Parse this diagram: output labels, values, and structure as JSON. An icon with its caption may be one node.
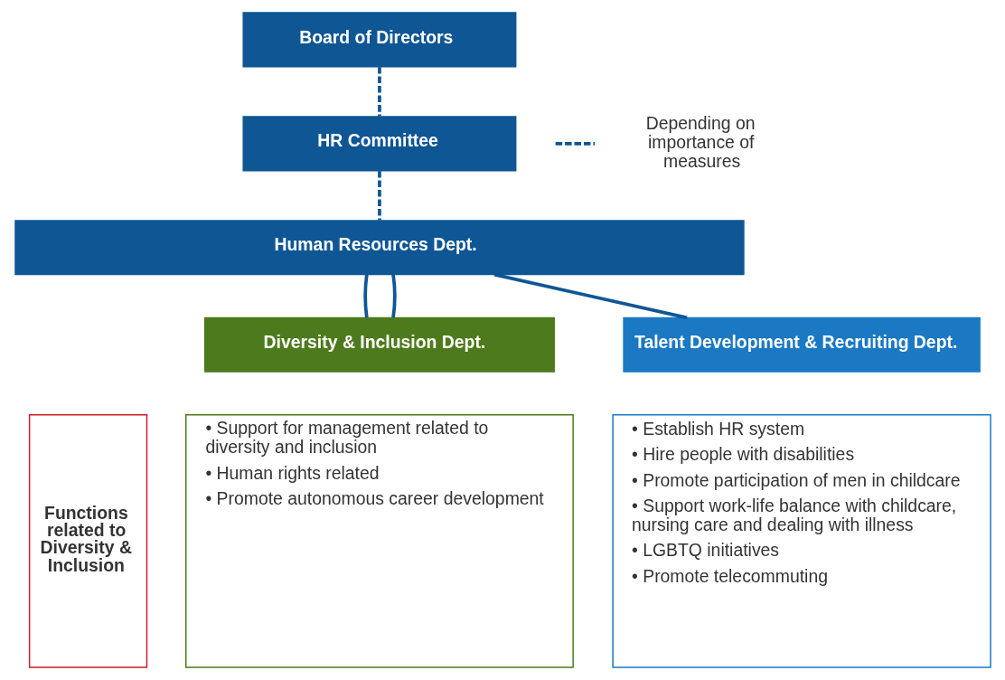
{
  "diagram": {
    "nodes": [
      {
        "text": [
          "Board of Directors"
        ]
      },
      {
        "text": [
          "HR Committee"
        ]
      },
      {
        "text": [
          "Human Resources Dept."
        ]
      },
      {
        "text": [
          "Diversity & Inclusion Dept."
        ]
      },
      {
        "text": [
          "Talent Development & Recruiting Dept."
        ]
      },
      {
        "text": [
          "• Support for management related to diversity and inclusion",
          "• Human rights related",
          "• Promote autonomous career development"
        ]
      },
      {
        "text": [
          "• Establish HR system",
          "• Hire people with disabilities",
          "• Promote participation of men in childcare",
          "• Support work-life balance with childcare, nursing care and dealing with illness",
          "• LGBTQ initiatives",
          "• Promote telecommuting"
        ]
      },
      {
        "text": [
          "Functions related to Diversity & Inclusion"
        ]
      }
    ],
    "edges": [
      {
        "from": 0,
        "to": 1,
        "arrow": "none",
        "style": "dashed"
      },
      {
        "from": 1,
        "to": 2,
        "arrow": "none",
        "style": "dashed"
      },
      {
        "from": 2,
        "to": 3,
        "arrow": "none"
      },
      {
        "from": 2,
        "to": 3,
        "arrow": "none"
      },
      {
        "from": 2,
        "to": 4,
        "arrow": "none"
      }
    ],
    "legend": [
      {
        "text": "Depending on importance of measures"
      }
    ]
  }
}
